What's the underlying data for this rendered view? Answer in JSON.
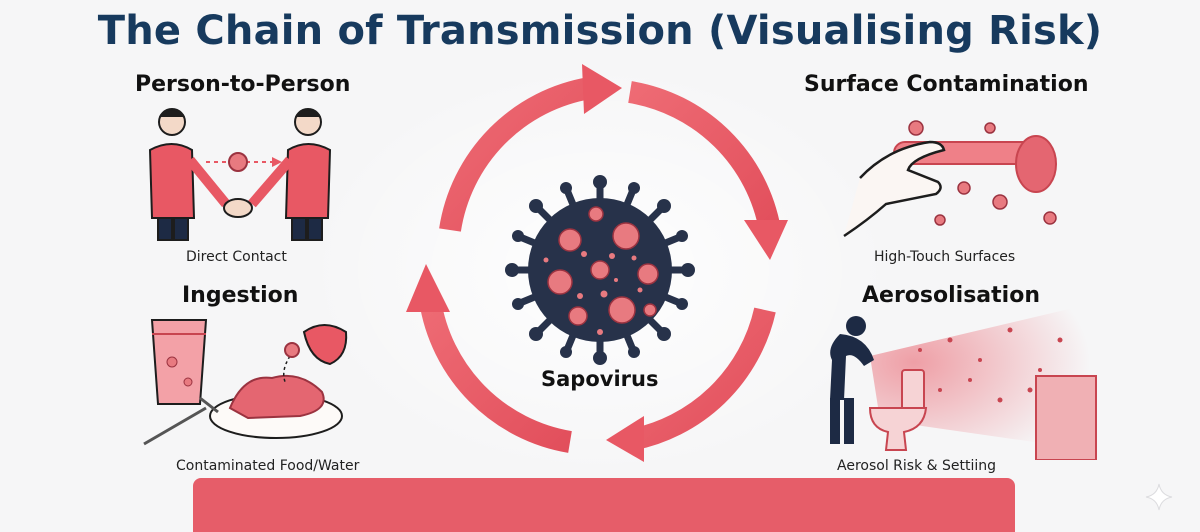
{
  "title": "The Chain of Transmission (Visualising Risk)",
  "center": {
    "label": "Sapovirus",
    "icon": "virus-icon"
  },
  "quadrants": {
    "person": {
      "heading": "Person-to-Person",
      "caption": "Direct Contact",
      "icon": "handshake-icon"
    },
    "surface": {
      "heading": "Surface Contamination",
      "caption": "High-Touch Surfaces",
      "icon": "door-handle-icon"
    },
    "ingestion": {
      "heading": "Ingestion",
      "caption": "Contaminated Food/Water",
      "icon": "food-plate-icon"
    },
    "aerosol": {
      "heading": "Aerosolisation",
      "caption": "Aerosol Risk & Settiing",
      "icon": "toilet-aerosol-icon"
    }
  },
  "colors": {
    "accent": "#e65d69",
    "title": "#173a5e",
    "virus": "#27324a",
    "virus_spot": "#e87a80"
  }
}
